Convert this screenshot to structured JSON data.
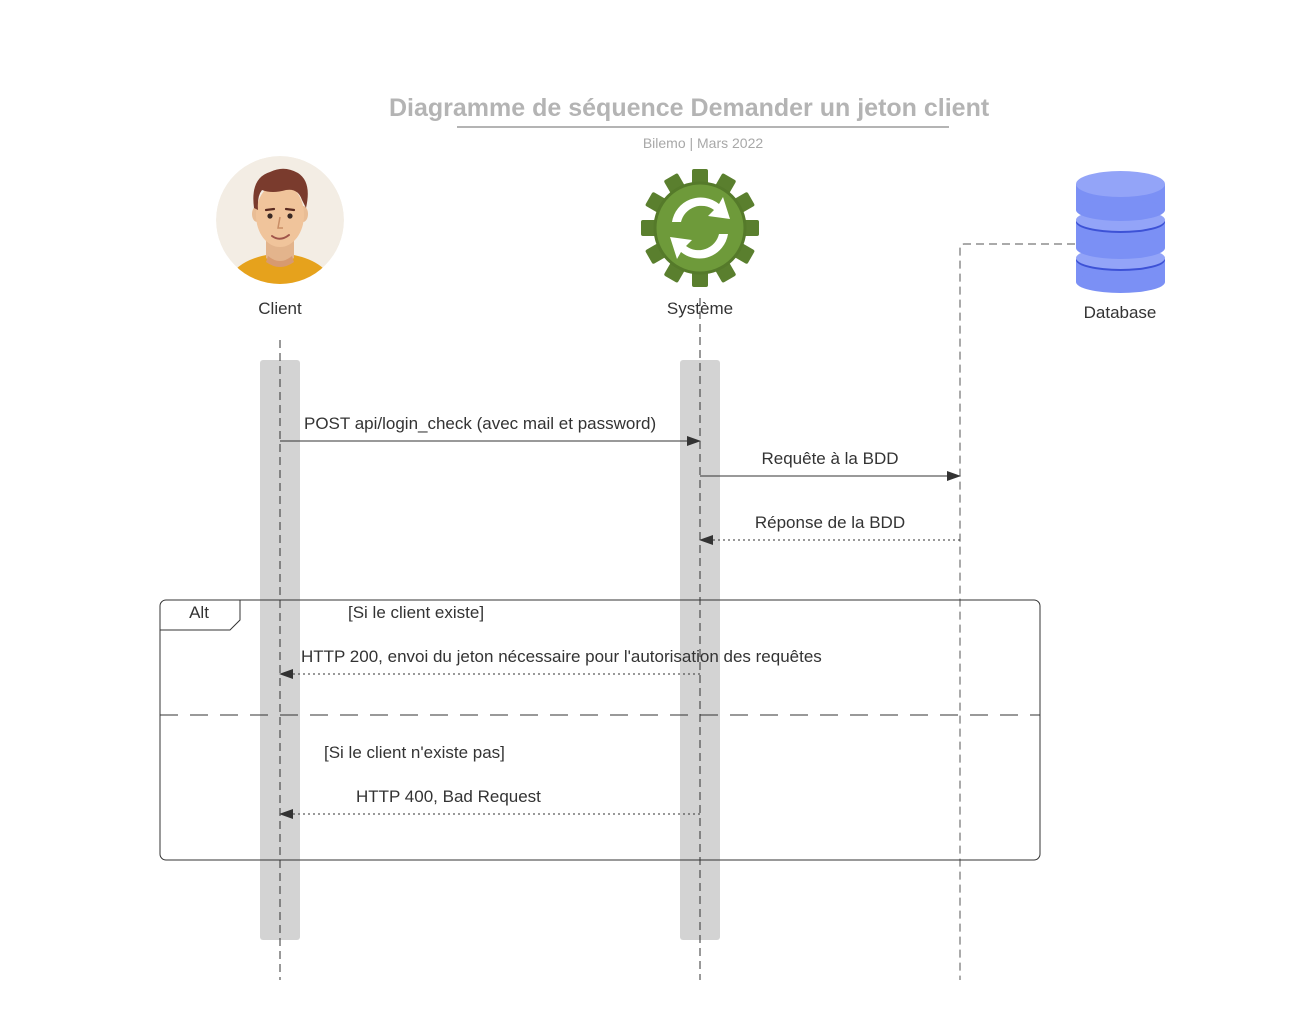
{
  "title": "Diagramme de séquence Demander un jeton client",
  "subtitle": "Bilemo  | Mars  2022",
  "actors": {
    "client": {
      "name": "Client",
      "icon": "person-avatar-icon"
    },
    "system": {
      "name": "Système",
      "icon": "gear-sync-icon"
    },
    "database": {
      "name": "Database",
      "icon": "database-icon"
    }
  },
  "messages": [
    {
      "from": "Client",
      "to": "Système",
      "style": "solid",
      "label": "POST api/login_check (avec mail et password)"
    },
    {
      "from": "Système",
      "to": "Database",
      "style": "solid",
      "label": "Requête à la BDD"
    },
    {
      "from": "Database",
      "to": "Système",
      "style": "dotted",
      "label": "Réponse de la BDD"
    }
  ],
  "alt_fragment": {
    "operator": "Alt",
    "branches": [
      {
        "guard": "[Si le client existe]",
        "message": {
          "from": "Système",
          "to": "Client",
          "style": "dotted",
          "label": "HTTP 200, envoi du jeton nécessaire pour l'autorisation des requêtes"
        }
      },
      {
        "guard": "[Si le client n'existe pas]",
        "message": {
          "from": "Système",
          "to": "Client",
          "style": "dotted",
          "label": "HTTP 400, Bad Request"
        }
      }
    ]
  },
  "colors": {
    "title": "#b4b4b4",
    "activation_bar": "#d3d3d3",
    "gear": "#6e9a3a",
    "database": "#7b90f5",
    "avatar_shirt": "#e6a21c",
    "avatar_background": "#f3ede4"
  }
}
